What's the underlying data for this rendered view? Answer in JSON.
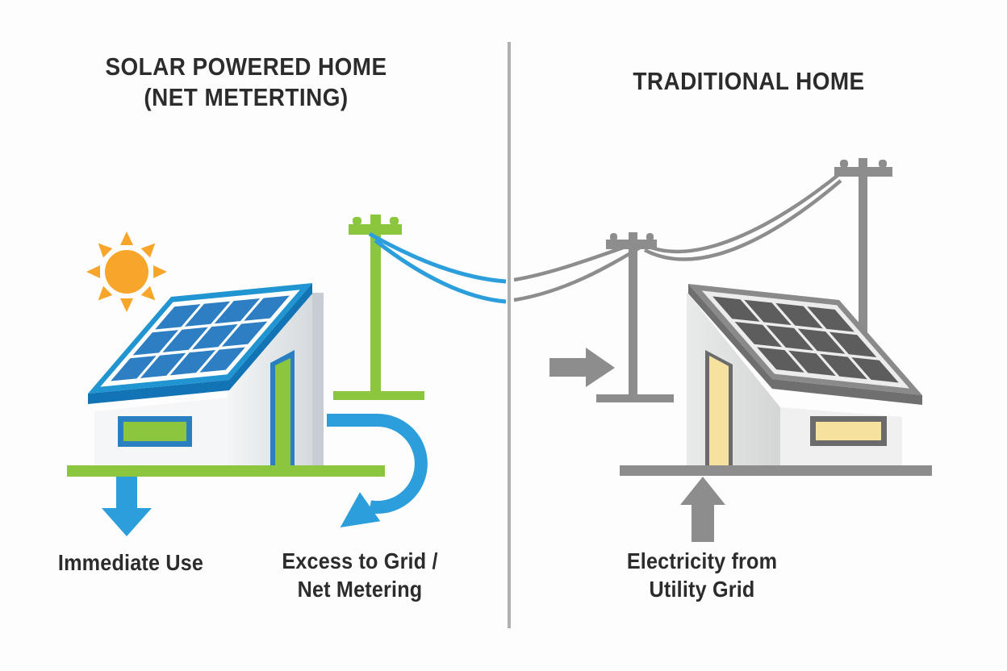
{
  "left_panel": {
    "title_line1": "SOLAR POWERED HOME",
    "title_line2": "(NET METERTING)",
    "label_immediate_use": "Immediate Use",
    "label_excess_line1": "Excess to Grid /",
    "label_excess_line2": "Net Metering"
  },
  "right_panel": {
    "title": "TRADITIONAL HOME",
    "label_grid_line1": "Electricity from",
    "label_grid_line2": "Utility Grid"
  },
  "icons": {
    "sun": "sun-icon",
    "down_arrow": "immediate-use-arrow-icon",
    "curved_arrow": "excess-to-grid-arrow-icon",
    "right_arrow": "grid-supply-arrow-icon",
    "up_arrow": "electricity-from-grid-arrow-icon"
  },
  "colors": {
    "solar_blue": "#2095d2",
    "solar_blue_dark": "#1274b4",
    "panel_cell_blue": "#2d7ec3",
    "panel_frame_white": "#ffffff",
    "eco_green": "#8cc63e",
    "sun_orange": "#f7a52b",
    "arrow_blue": "#2b9edb",
    "gray": "#8d8d8d",
    "roof_gray": "#8a8a8a",
    "roof_gray_dark": "#6f6f6f",
    "panel_cell_gray": "#5d5d5d",
    "panel_frame_gray": "#ececec",
    "window_yellow": "#f6e29e",
    "frame_dark_gray": "#6b6b6b",
    "window_frame_blue": "#2a7fc0",
    "wall_white": "#f5f6f7",
    "divider_gray": "#b0b0b0",
    "text_color": "#2c2c2c"
  }
}
